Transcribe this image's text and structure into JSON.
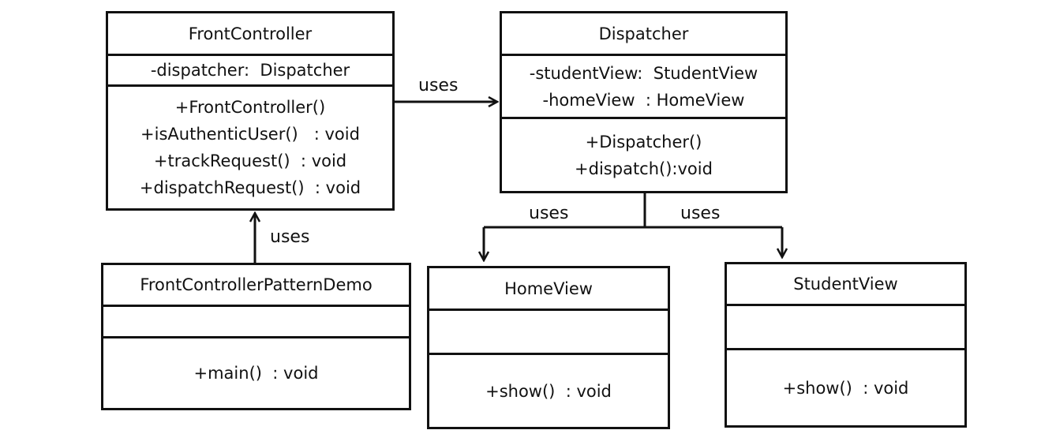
{
  "classes": {
    "front_controller": {
      "name": "FrontController",
      "attributes": [
        "-dispatcher:  Dispatcher"
      ],
      "operations": [
        "+FrontController()",
        "+isAuthenticUser()   : void",
        "+trackRequest()  : void",
        "+dispatchRequest()  : void"
      ]
    },
    "dispatcher": {
      "name": "Dispatcher",
      "attributes": [
        "-studentView:  StudentView",
        "-homeView  : HomeView"
      ],
      "operations": [
        "+Dispatcher()",
        "+dispatch():void"
      ]
    },
    "demo": {
      "name": "FrontControllerPatternDemo",
      "attributes": [],
      "operations": [
        "+main()  : void"
      ]
    },
    "home_view": {
      "name": "HomeView",
      "attributes": [],
      "operations": [
        "+show()  : void"
      ]
    },
    "student_view": {
      "name": "StudentView",
      "attributes": [],
      "operations": [
        "+show()  : void"
      ]
    }
  },
  "relations": [
    {
      "from": "FrontController",
      "to": "Dispatcher",
      "label": "uses"
    },
    {
      "from": "FrontControllerPatternDemo",
      "to": "FrontController",
      "label": "uses"
    },
    {
      "from": "Dispatcher",
      "to": "HomeView",
      "label": "uses"
    },
    {
      "from": "Dispatcher",
      "to": "StudentView",
      "label": "uses"
    }
  ],
  "colors": {
    "line": "#111111",
    "background": "#ffffff"
  }
}
